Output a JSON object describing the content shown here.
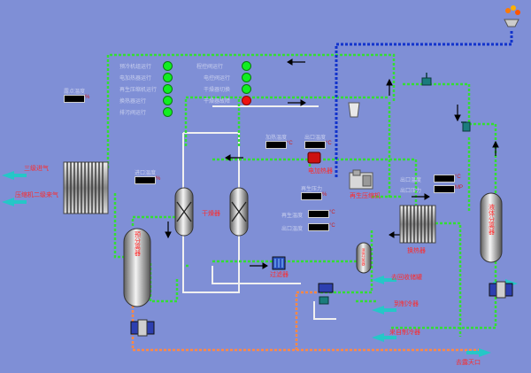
{
  "colors": {
    "background": "#7f8fd6",
    "green_pipe": "#33dd33",
    "blue_pipe": "#1133cc",
    "orange_pipe": "#ff8844",
    "white_pipe": "#f0f0f0",
    "label_red": "#ff2a2a",
    "light_on": "#11ee22",
    "light_off": "#ee1111"
  },
  "labels": {
    "inlet_3": "三级进气",
    "inlet_compressor": "压缩机二级来气",
    "pre_separator": "预分离器",
    "dryer": "干燥器",
    "regen_heater": "电加热器",
    "regen_compressor": "再生压缩机",
    "heat_exchanger": "换热器",
    "liquid_separator": "液体分离器",
    "filter": "过滤器",
    "liquid_drain": "液体分离器",
    "to_cooling": "去回收储罐",
    "to_drain": "到制冷器",
    "to_air_cooler": "来自制冷器",
    "outlet": "去露天口"
  },
  "readout_labels": {
    "temp_left": "露点温度",
    "temp_pre": "进口温度",
    "heater_temp1": "加热温度",
    "heater_temp2": "出口温度",
    "regen_pressure": "再生压力",
    "regen_temp1": "再生温度",
    "regen_temp2": "出口温度",
    "hx_temp": "出口温度",
    "hx_out": "出口压力"
  },
  "units": {
    "percent": "%",
    "celsius": "°C",
    "mpa": "MP"
  },
  "status_lights": [
    {
      "label": "预冷机组运行",
      "on": true
    },
    {
      "label": "电加热器运行",
      "on": true
    },
    {
      "label": "再生压缩机运行",
      "on": true
    },
    {
      "label": "换热器运行",
      "on": true
    },
    {
      "label": "排污阀运行",
      "on": true
    },
    {
      "label": "程控阀运行",
      "on": true
    },
    {
      "label": "电控阀运行",
      "on": true
    },
    {
      "label": "干燥器切换",
      "on": true
    },
    {
      "label": "干燥器故障",
      "on": false
    }
  ]
}
